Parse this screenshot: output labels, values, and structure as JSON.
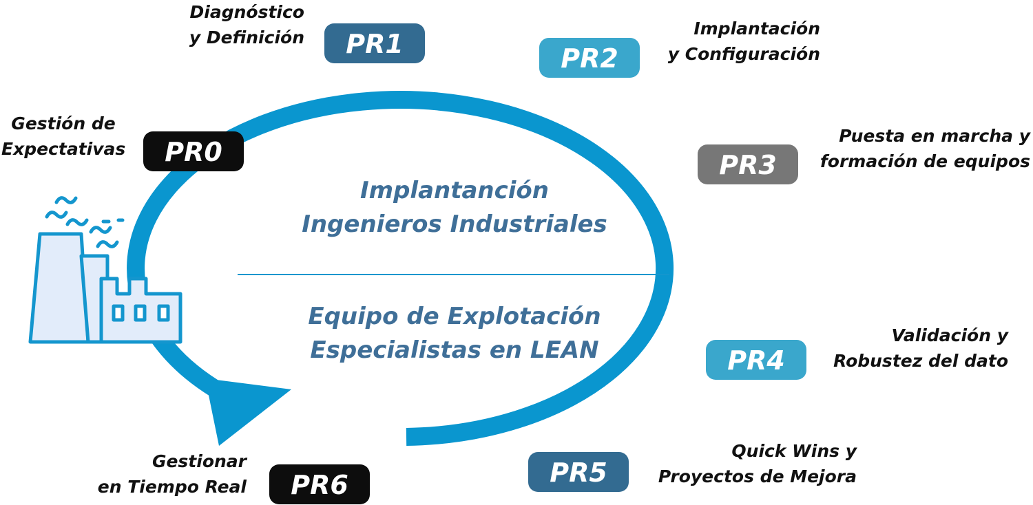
{
  "center": {
    "top_line1": "Implantanción",
    "top_line2": "Ingenieros Industriales",
    "bottom_line1": "Equipo de Explotación",
    "bottom_line2": "Especialistas en LEAN"
  },
  "stages": [
    {
      "code": "PR0",
      "label": [
        "Gestión de",
        "Expectativas"
      ],
      "color": "#0d0d0d"
    },
    {
      "code": "PR1",
      "label": [
        "Diagnóstico",
        "y Definición"
      ],
      "color": "#336b91"
    },
    {
      "code": "PR2",
      "label": [
        "Implantación",
        "y Configuración"
      ],
      "color": "#3aa7cc"
    },
    {
      "code": "PR3",
      "label": [
        "Puesta en marcha y",
        "formación de equipos"
      ],
      "color": "#777777"
    },
    {
      "code": "PR4",
      "label": [
        "Validación y",
        "Robustez del dato"
      ],
      "color": "#3aa7cc"
    },
    {
      "code": "PR5",
      "label": [
        "Quick Wins y",
        "Proyectos de Mejora"
      ],
      "color": "#336b91"
    },
    {
      "code": "PR6",
      "label": [
        "Gestionar",
        "en Tiempo Real"
      ],
      "color": "#0d0d0d"
    }
  ],
  "colors": {
    "cycle": "#0a96cf",
    "factory_stroke": "#1496ce",
    "factory_fill": "#e2ecfa",
    "divider": "#1496ce"
  },
  "icons": {
    "factory": "factory-icon",
    "arrow": "cycle-arrow-icon"
  }
}
